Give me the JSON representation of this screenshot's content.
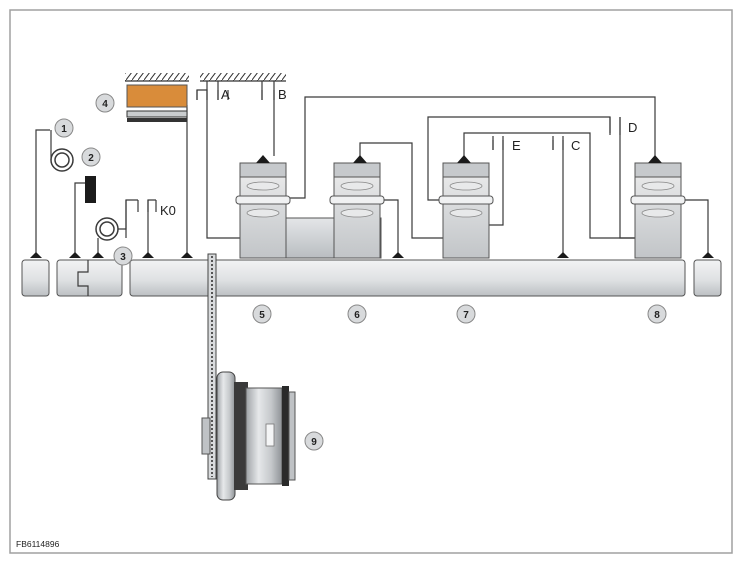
{
  "figure_id": "FB6114896",
  "letter_labels": {
    "a": "A",
    "b": "B",
    "c": "C",
    "d": "D",
    "e": "E",
    "k0": "K0"
  },
  "callouts": {
    "c1": "1",
    "c2": "2",
    "c3": "3",
    "c4": "4",
    "c5": "5",
    "c6": "6",
    "c7": "7",
    "c8": "8",
    "c9": "9"
  },
  "colors": {
    "brake_pad": "#d98c3a",
    "shaft": "#e2e4e6",
    "gearset": "#cfd2d5",
    "line": "#3a3a3a",
    "frame": "#a0a0a0"
  }
}
